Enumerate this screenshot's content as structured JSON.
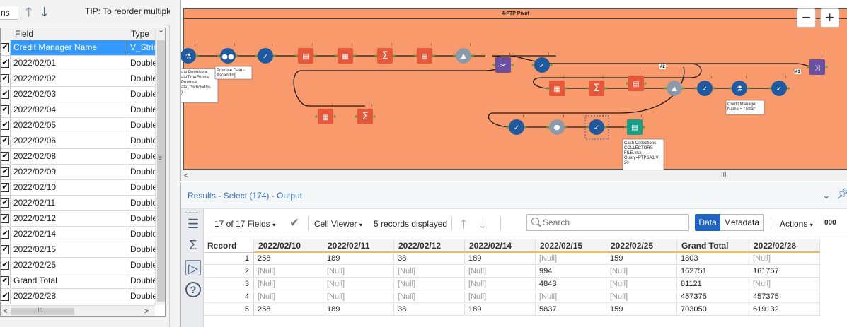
{
  "left_panel": {
    "options_label": "ns",
    "tip": "TIP: To reorder multiple r",
    "columns": {
      "field": "Field",
      "type": "Type"
    },
    "rows": [
      {
        "field": "Credit Manager Name",
        "type": "V_Strin",
        "selected": true
      },
      {
        "field": "2022/02/01",
        "type": "Double"
      },
      {
        "field": "2022/02/02",
        "type": "Double"
      },
      {
        "field": "2022/02/03",
        "type": "Double"
      },
      {
        "field": "2022/02/04",
        "type": "Double"
      },
      {
        "field": "2022/02/05",
        "type": "Double"
      },
      {
        "field": "2022/02/06",
        "type": "Double"
      },
      {
        "field": "2022/02/08",
        "type": "Double"
      },
      {
        "field": "2022/02/09",
        "type": "Double"
      },
      {
        "field": "2022/02/10",
        "type": "Double"
      },
      {
        "field": "2022/02/11",
        "type": "Double"
      },
      {
        "field": "2022/02/12",
        "type": "Double"
      },
      {
        "field": "2022/02/14",
        "type": "Double"
      },
      {
        "field": "2022/02/15",
        "type": "Double"
      },
      {
        "field": "2022/02/25",
        "type": "Double"
      },
      {
        "field": "Grand Total",
        "type": "Double"
      },
      {
        "field": "2022/02/28",
        "type": "Double"
      }
    ],
    "hscroll_grip": "III",
    "vscroll_grip": "≡"
  },
  "canvas": {
    "container_title": "4-PTP Pivot",
    "zoom_out": "−",
    "zoom_in": "+",
    "annotations": {
      "formula": "ate Promise =\nateTimeFormat\nPromise\nate],\"%m/%d/%\n)",
      "sort": "Promise Date -\nAscending",
      "filter_total": "Credit Manager\nName = \"Total\"",
      "output": "Cash Collections\nCOLLECTORS\nFILE.xlsx\nQuery=PTPSA1:V\n20",
      "tag_2": "#2",
      "tag_1": "#1"
    },
    "hscroll_grip": "III"
  },
  "results": {
    "title": "Results - Select (174) - Output",
    "fields_label": "17 of 17 Fields",
    "cell_viewer_label": "Cell Viewer",
    "records_label": "5 records displayed",
    "search_placeholder": "Search",
    "data_label": "Data",
    "metadata_label": "Metadata",
    "actions_label": "Actions",
    "more_label": "000",
    "columns": [
      "Record",
      "2022/02/10",
      "2022/02/11",
      "2022/02/12",
      "2022/02/14",
      "2022/02/15",
      "2022/02/25",
      "Grand Total",
      "2022/02/28"
    ],
    "rows": [
      [
        "1",
        "258",
        "189",
        "38",
        "189",
        "[Null]",
        "159",
        "1803",
        "[Null]"
      ],
      [
        "2",
        "[Null]",
        "[Null]",
        "[Null]",
        "[Null]",
        "994",
        "[Null]",
        "162751",
        "161757"
      ],
      [
        "3",
        "[Null]",
        "[Null]",
        "[Null]",
        "[Null]",
        "4843",
        "[Null]",
        "81121",
        "[Null]"
      ],
      [
        "4",
        "[Null]",
        "[Null]",
        "[Null]",
        "[Null]",
        "[Null]",
        "[Null]",
        "457375",
        "457375"
      ],
      [
        "5",
        "258",
        "189",
        "38",
        "189",
        "5837",
        "159",
        "703050",
        "619132"
      ]
    ]
  },
  "colors": {
    "container_fill": "#f99a6c",
    "tool_blue": "#1f5aa0",
    "tool_orange": "#e5583a",
    "tool_purple": "#6a4fa3",
    "tool_teal": "#1aa088",
    "selection_blue": "#3399ff",
    "accent_blue": "#2264c4"
  }
}
